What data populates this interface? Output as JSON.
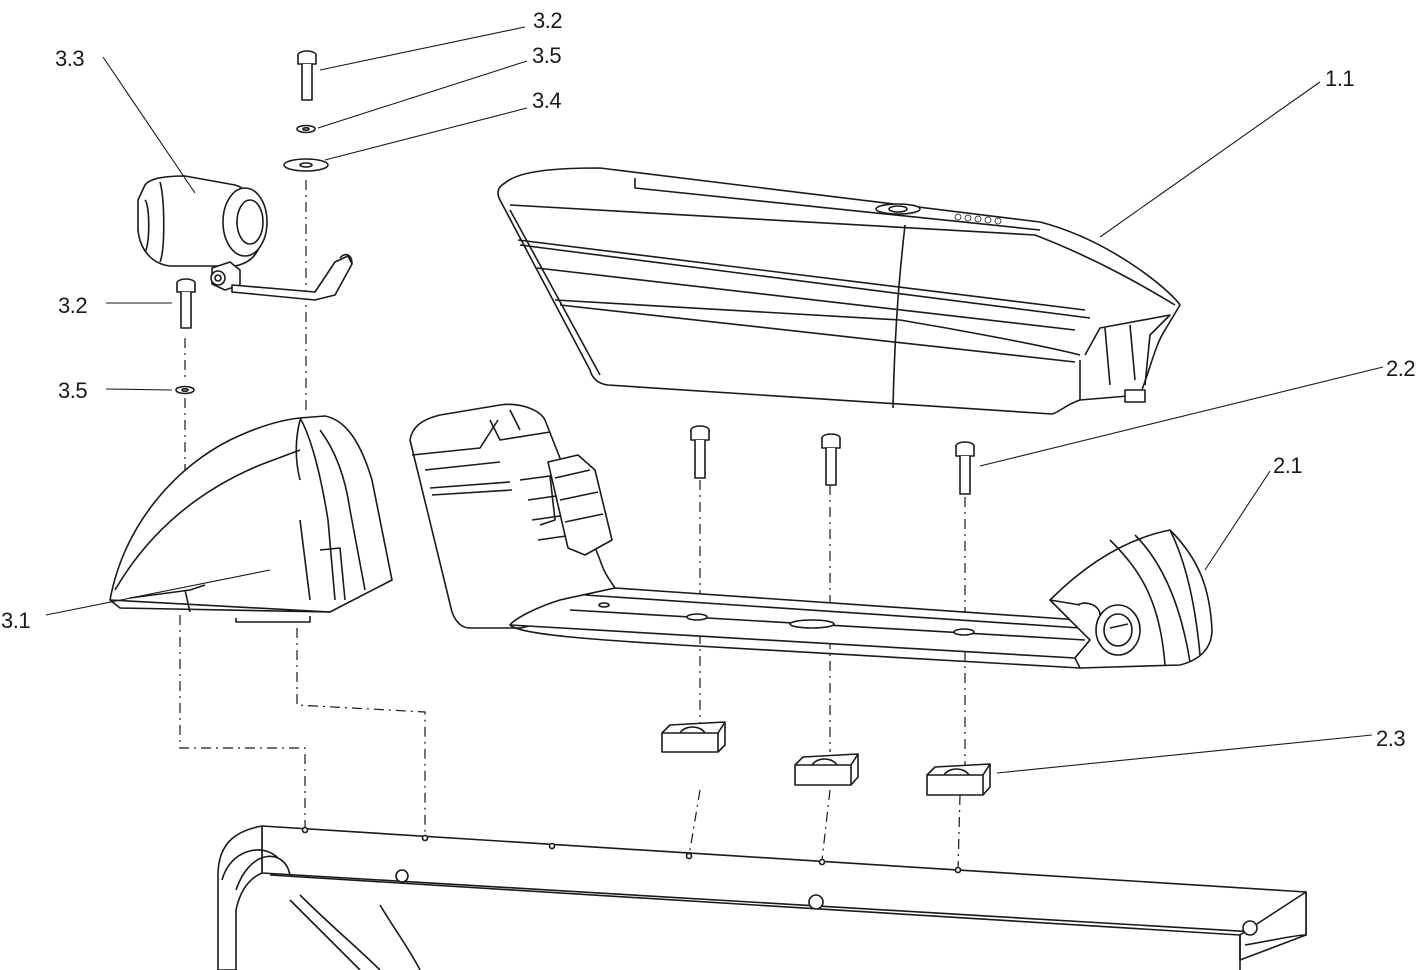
{
  "diagram": {
    "callouts": {
      "c_1_1": "1.1",
      "c_2_1": "2.1",
      "c_2_2": "2.2",
      "c_2_3": "2.3",
      "c_3_1": "3.1",
      "c_3_2_top": "3.2",
      "c_3_2_left": "3.2",
      "c_3_3": "3.3",
      "c_3_4": "3.4",
      "c_3_5_top": "3.5",
      "c_3_5_left": "3.5"
    },
    "parts": {
      "battery_pack": "battery-pack",
      "battery_mount_rail": "battery-mount-rail",
      "mount_screws": "mount-screw",
      "mount_blocks": "mount-block",
      "front_light_cover": "front-light-cover",
      "headlight": "headlight",
      "frame": "rear-carrier-frame"
    }
  }
}
